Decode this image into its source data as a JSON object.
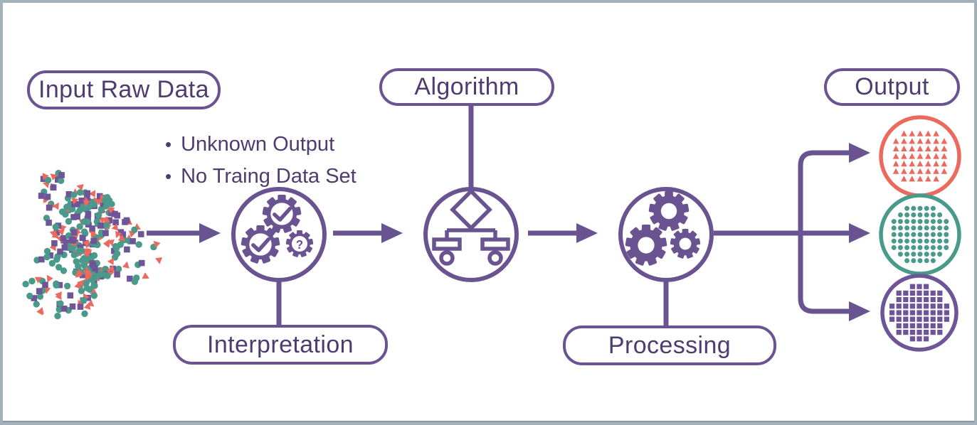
{
  "palette": {
    "purple": "#6a5391",
    "text_purple": "#4e3c70",
    "coral": "#ec695e",
    "teal": "#4a9a8c",
    "square_purple": "#6d5597",
    "frame_border": "#a2b1ba",
    "frame_border_bottom": "#8d979e",
    "background": "#ffffff"
  },
  "labels": {
    "input": "Input Raw Data",
    "algorithm": "Algorithm",
    "interpretation": "Interpretation",
    "processing": "Processing",
    "output": "Output"
  },
  "notes": {
    "bullet": "•",
    "items": [
      "Unknown Output",
      "No Traing Data Set"
    ]
  },
  "icons": {
    "interpretation": "gears-with-checkmarks-and-question-icon",
    "algorithm": "flowchart-tree-icon",
    "processing": "gears-icon",
    "question_mark": "?"
  },
  "scatter": {
    "count": 330,
    "shape_colors": {
      "circle": "#4a9a8c",
      "square": "#6d5597",
      "triangle": "#ec695e"
    }
  },
  "outputs": [
    {
      "name": "output-triangle-cluster",
      "shape": "triangle",
      "color": "#ec695e"
    },
    {
      "name": "output-circle-cluster",
      "shape": "circle",
      "color": "#4a9a8c"
    },
    {
      "name": "output-square-cluster",
      "shape": "square",
      "color": "#6d5597"
    }
  ]
}
